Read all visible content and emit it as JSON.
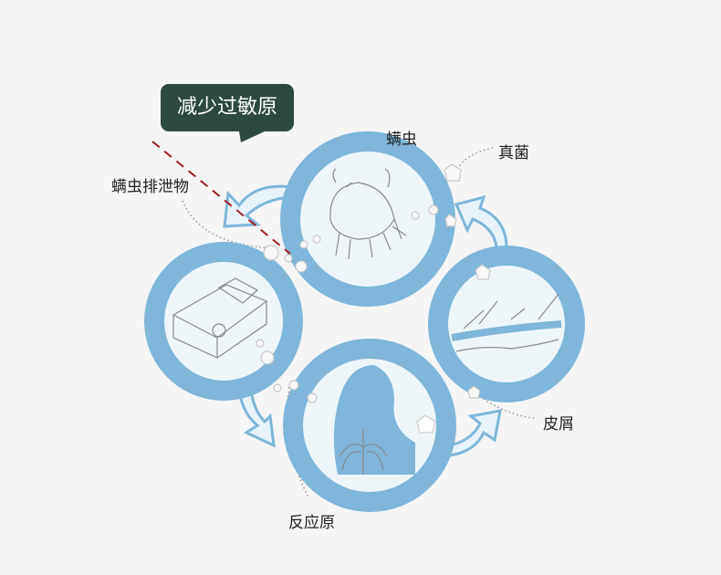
{
  "callout": {
    "text": "减少过敏原",
    "color": "#2e4a40"
  },
  "labels": {
    "mite": "螨虫",
    "fungus": "真菌",
    "mite_excrement": "螨虫排泄物",
    "dander": "皮屑",
    "allergen": "反应原"
  },
  "colors": {
    "ring": "#7fb6d9",
    "ring_inner": "#eef5f9",
    "background": "#f5f5f5",
    "dashed_line": "#a31f24",
    "sketch": "#8a8a8a"
  },
  "circles": [
    {
      "name": "mite",
      "icon": "dust-mite-sketch"
    },
    {
      "name": "bed",
      "icon": "bed-sketch"
    },
    {
      "name": "human-respiratory",
      "icon": "lungs-sketch"
    },
    {
      "name": "skin",
      "icon": "skin-hair-sketch"
    }
  ]
}
